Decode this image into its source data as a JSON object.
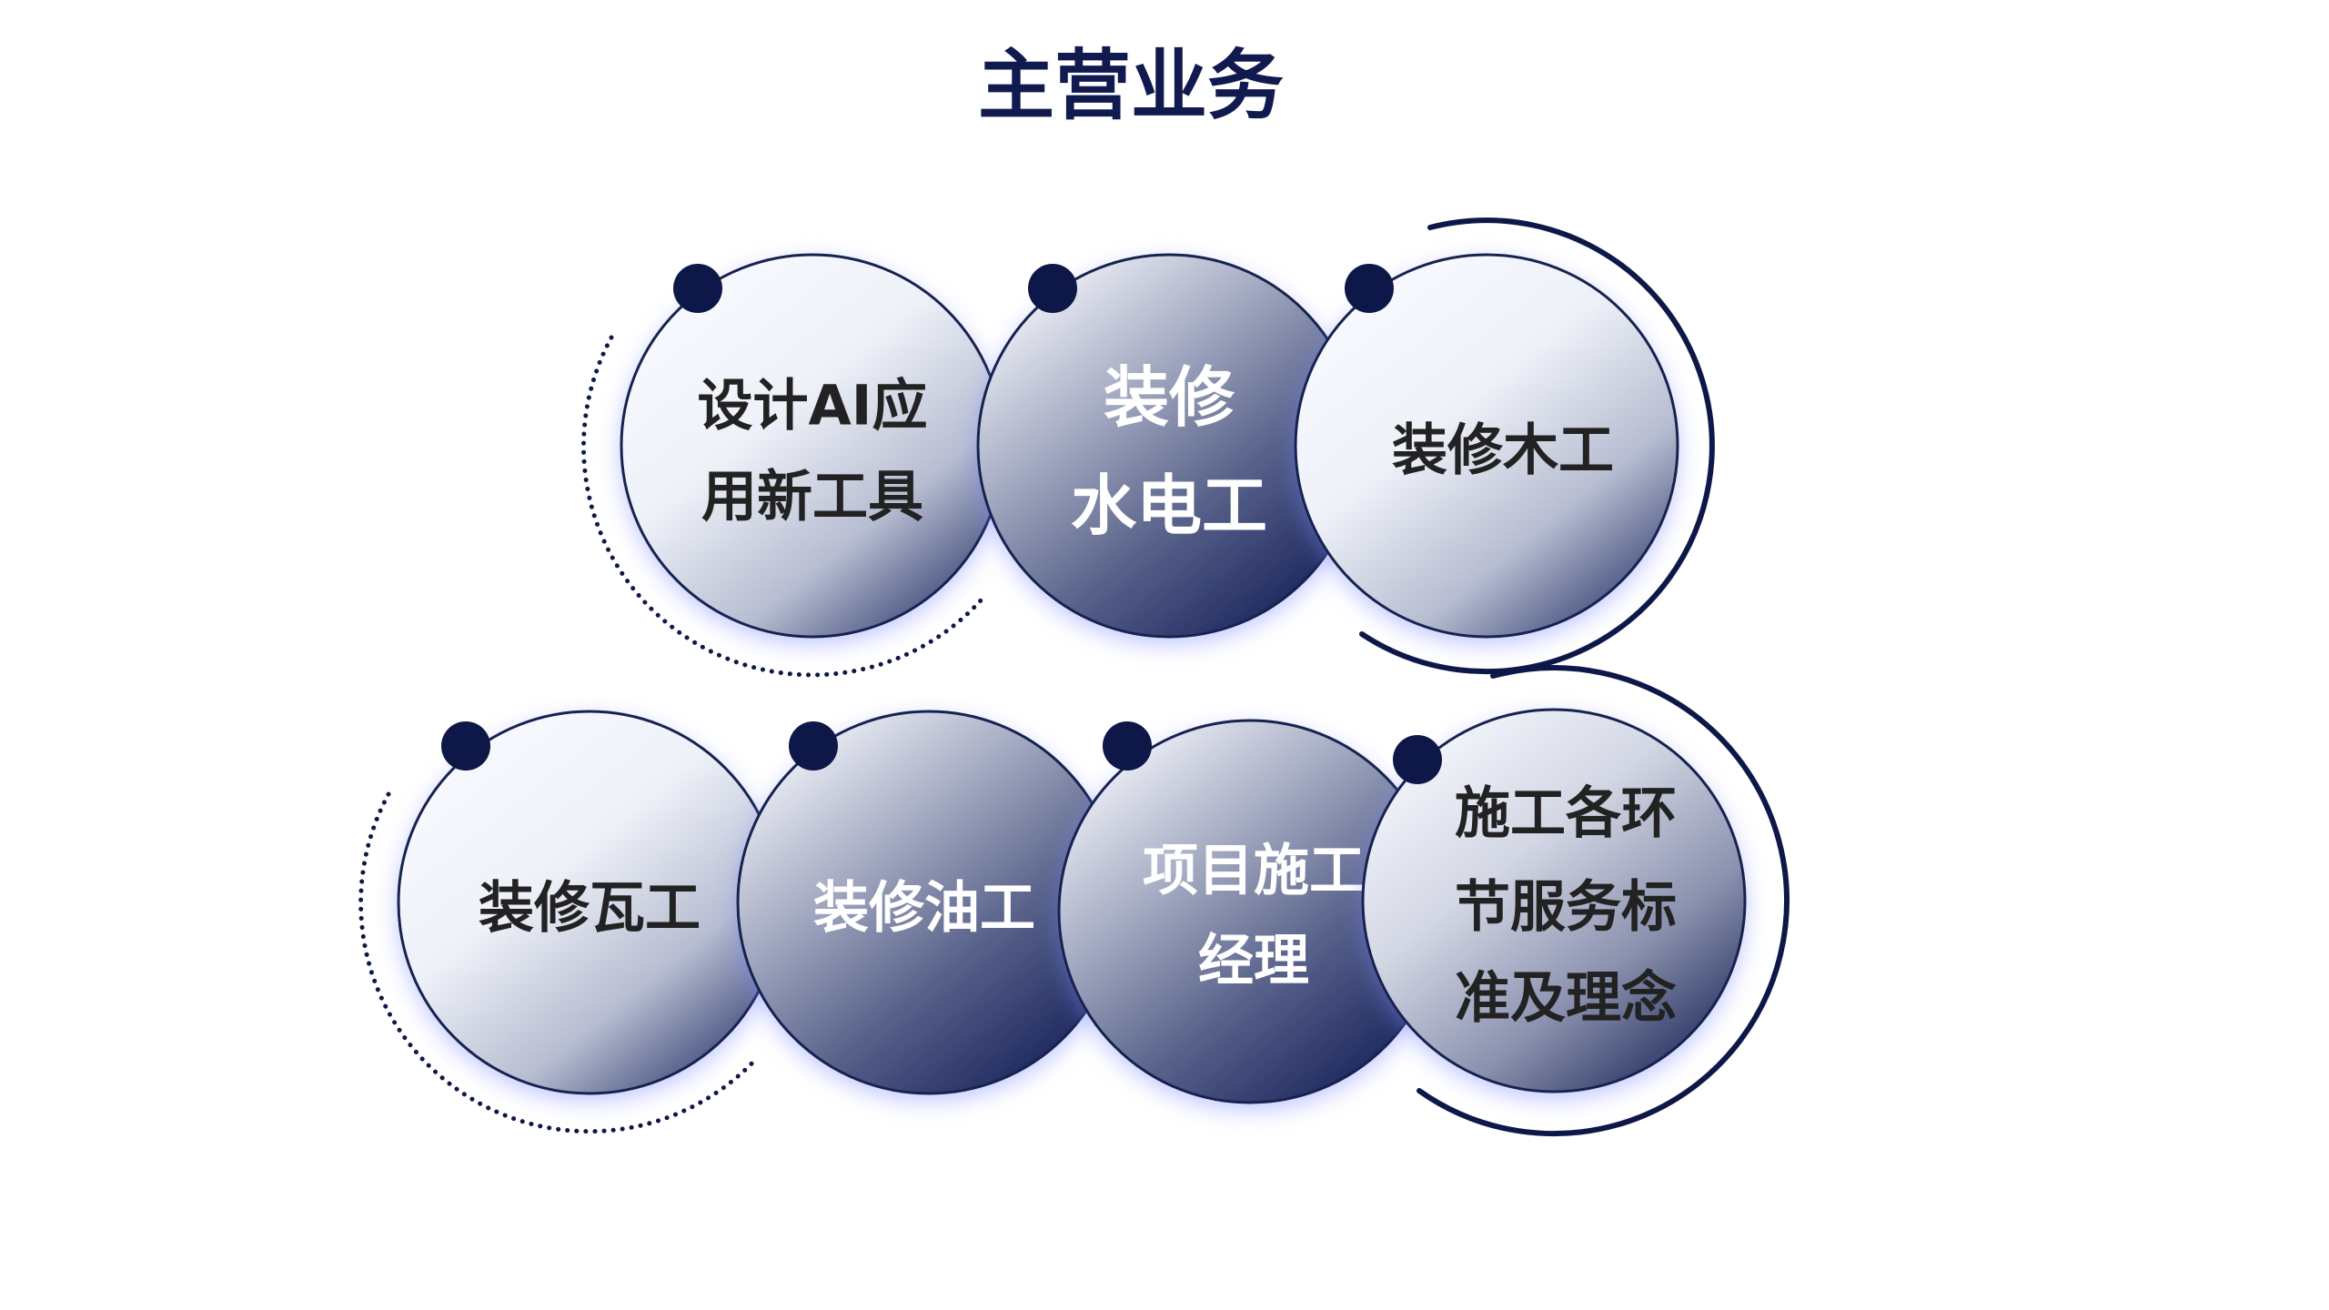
{
  "title": "主营业务",
  "services": [
    {
      "lines": [
        "设计AI应",
        "用新工具"
      ]
    },
    {
      "lines": [
        "装修",
        "水电工"
      ]
    },
    {
      "lines": [
        "装修木工"
      ]
    },
    {
      "lines": [
        "装修瓦工"
      ]
    },
    {
      "lines": [
        "装修油工"
      ]
    },
    {
      "lines": [
        "项目施工",
        "经理"
      ]
    },
    {
      "lines": [
        "施工各环",
        "节服务标",
        "准及理念"
      ]
    }
  ],
  "colors": {
    "navy": "#0e1848",
    "text_dark": "#222222",
    "text_light": "#ffffff"
  }
}
